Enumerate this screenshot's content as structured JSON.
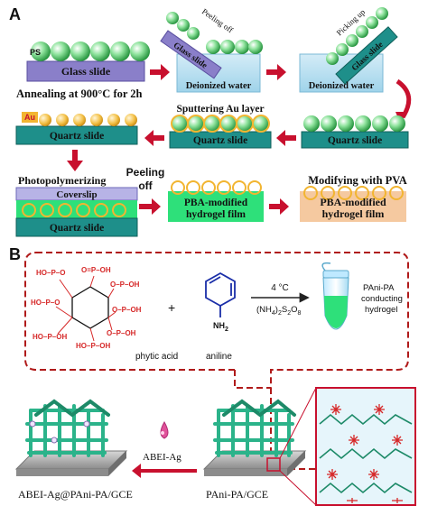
{
  "panel_a": {
    "label": "A",
    "ps_label": "PS",
    "au_label": "Au",
    "glass_slide": "Glass slide",
    "annealing": "Annealing at 900°C for 2h",
    "peeling_off": "Peeling off",
    "glass_slide_tilted_1": "Glass slide",
    "deionized_water_1": "Deionized water",
    "picking_up": "Picking up",
    "glass_slide_tilted_2": "Glass slide",
    "deionized_water_2": "Deionized water",
    "sputtering": "Sputtering Au layer",
    "quartz_slide_left": "Quartz slide",
    "quartz_slide_mid": "Quartz slide",
    "quartz_slide_right": "Quartz slide",
    "photopolymerizing": "Photopolymerizing",
    "coverslip": "Coverslip",
    "quartz_slide_bottom": "Quartz slide",
    "peeling_off_2_line1": "Peeling",
    "peeling_off_2_line2": "off",
    "pba_film_line1": "PBA-modified",
    "pba_film_line2": "hydrogel film",
    "modifying_pva": "Modifying with PVA",
    "pva_film_line1": "PBA-modified",
    "pva_film_line2": "hydrogel film"
  },
  "panel_b": {
    "label": "B",
    "plus": "+",
    "phytic_acid": "phytic acid",
    "aniline": "aniline",
    "nh2": "NH",
    "nh2_sub": "2",
    "temperature": "4 °C",
    "reagent_main": "(NH",
    "reagent_sub1": "4",
    "reagent_mid": ")",
    "reagent_sub2": "2",
    "reagent_s": "S",
    "reagent_sub3": "2",
    "reagent_o": "O",
    "reagent_sub4": "8",
    "pani_pa_line1": "PAni-PA",
    "pani_pa_line2": "conducting",
    "pani_pa_line3": "hydrogel",
    "abei_ag": "ABEI-Ag",
    "electrode_left": "ABEI-Ag@PAni-PA/GCE",
    "electrode_right": "PAni-PA/GCE"
  },
  "colors": {
    "ps_sphere": "#2fb24a",
    "au_sphere": "#f2b531",
    "glass": "#8a7fc9",
    "quartz": "#1e8f8a",
    "hydrogel": "#2ee07a",
    "pva": "#f5c9a0",
    "arrow": "#c8102e",
    "phosphate": "#d62828",
    "aniline": "#1a2ea8",
    "dash": "#b01a1a"
  }
}
